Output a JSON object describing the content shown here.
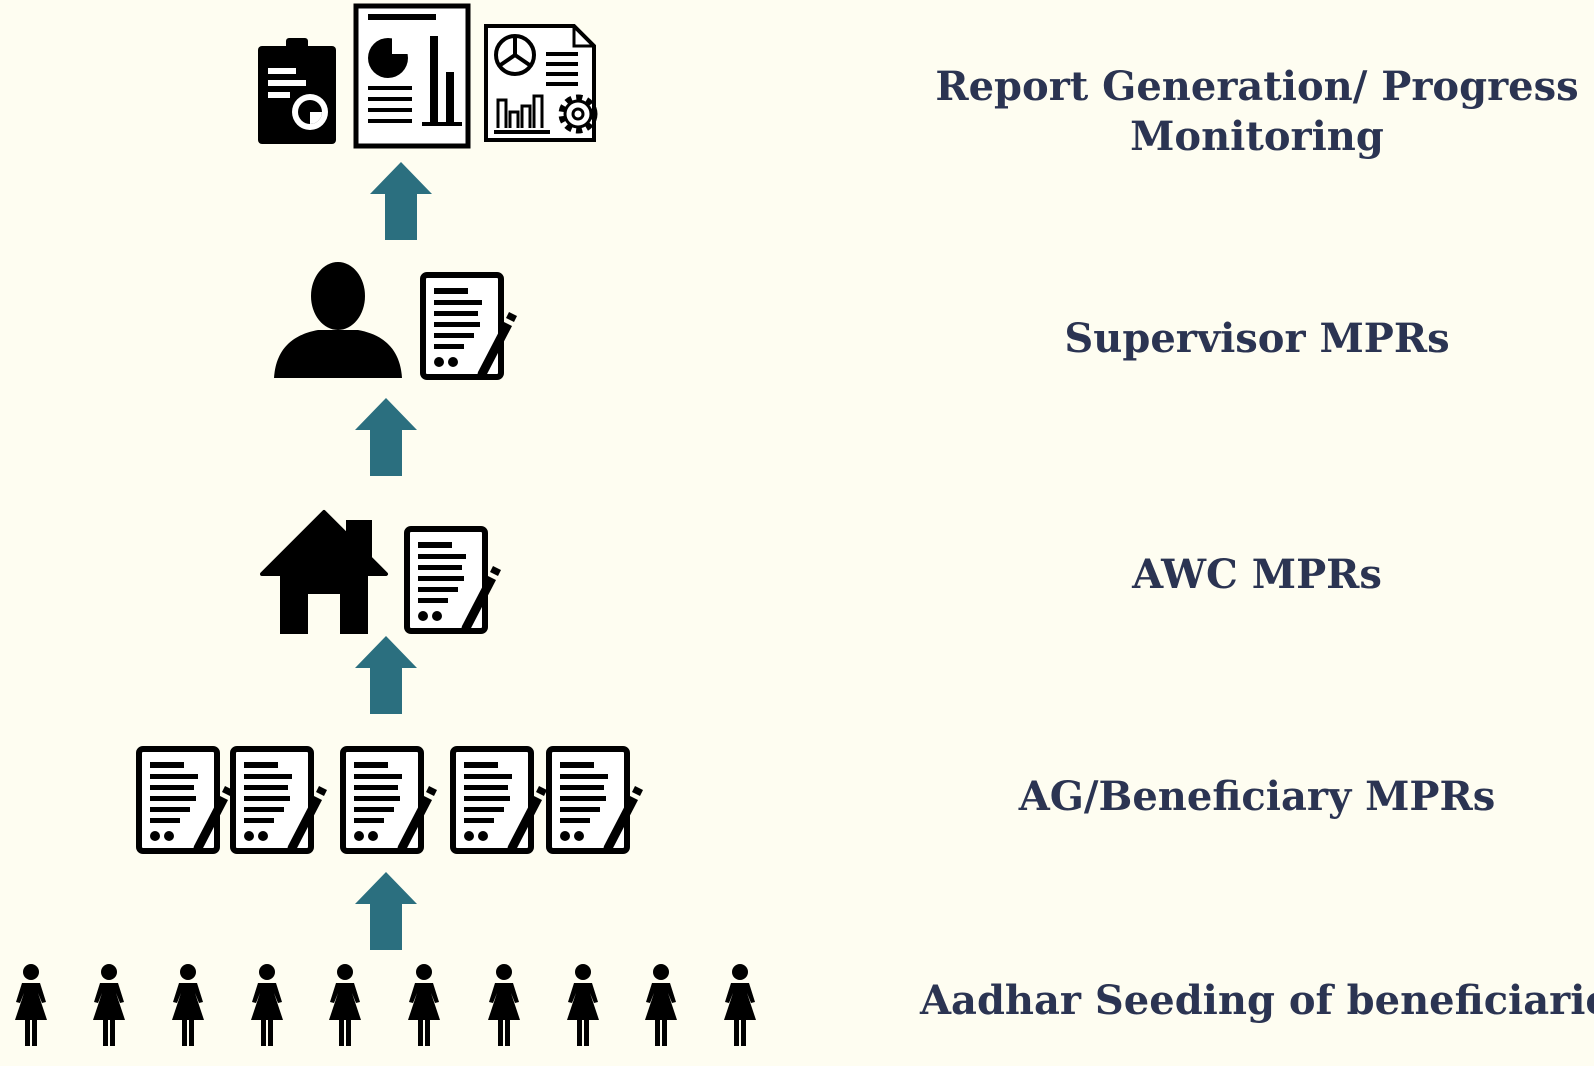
{
  "levels": [
    {
      "line1": "Report Generation/ Progress",
      "line2": "Monitoring"
    },
    {
      "text": "Supervisor MPRs"
    },
    {
      "text": "AWC MPRs"
    },
    {
      "text": "AG/Beneficiary MPRs"
    },
    {
      "text": "Aadhar Seeding of beneficiaries"
    }
  ],
  "colors": {
    "arrow": "#2b6f7f",
    "icon": "#000000",
    "text": "#2b3452",
    "background": "#fefdf1"
  },
  "icons": [
    "clipboard-chart-icon",
    "report-chart-icon",
    "report-settings-icon",
    "person-icon",
    "form-edit-icon",
    "house-icon",
    "woman-icon",
    "up-arrow-icon"
  ]
}
